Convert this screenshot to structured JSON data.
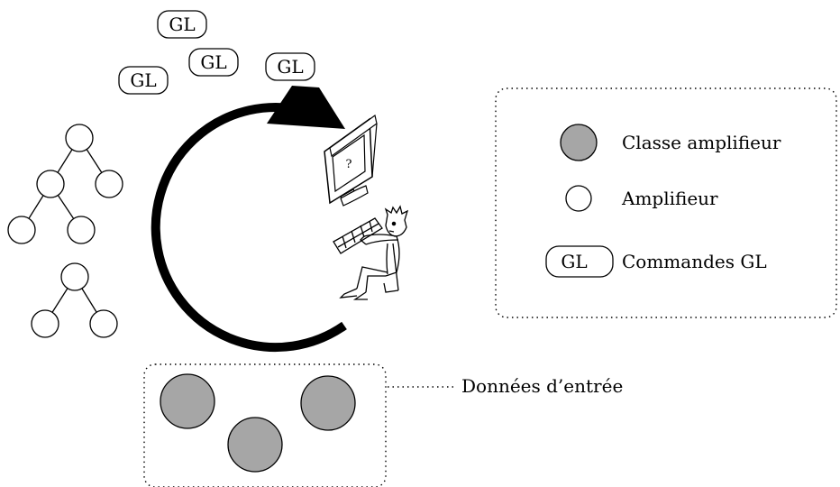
{
  "gl_label": "GL",
  "screen_mark": "?",
  "legend": {
    "items": [
      {
        "kind": "filled-circle",
        "label": "Classe amplifieur"
      },
      {
        "kind": "empty-circle",
        "label": "Amplifieur"
      },
      {
        "kind": "gl-box",
        "label": "Commandes GL"
      }
    ]
  },
  "input_data": {
    "label": "Données d’entrée"
  },
  "colors": {
    "fill_gray": "#a6a6a6",
    "stroke": "#000000",
    "background": "#ffffff"
  }
}
